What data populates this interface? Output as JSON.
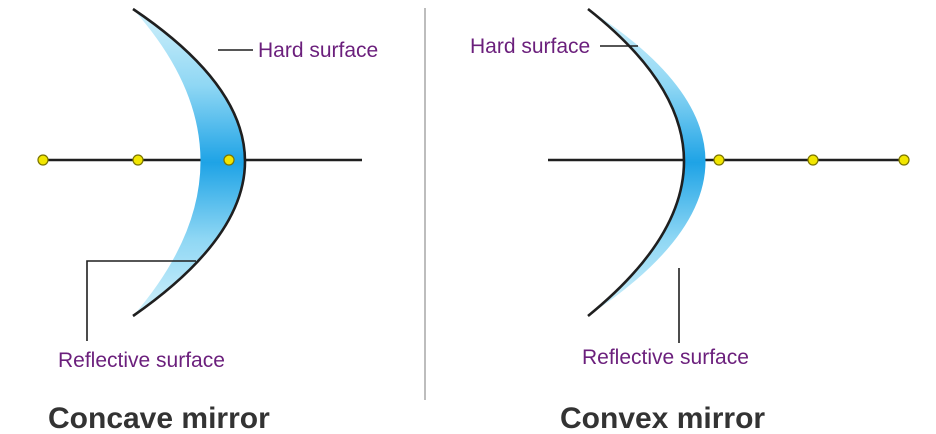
{
  "concave": {
    "title": "Concave mirror",
    "hard_label": "Hard surface",
    "reflective_label": "Reflective surface"
  },
  "convex": {
    "title": "Convex mirror",
    "hard_label": "Hard surface",
    "reflective_label": "Reflective surface"
  },
  "colors": {
    "glass_light": "#d2f1fb",
    "glass_mid": "#8fd7f4",
    "glass_dark": "#1ea3e6",
    "label_purple": "#6b1f7c",
    "title_gray": "#333333",
    "point_yellow": "#f2e600"
  }
}
